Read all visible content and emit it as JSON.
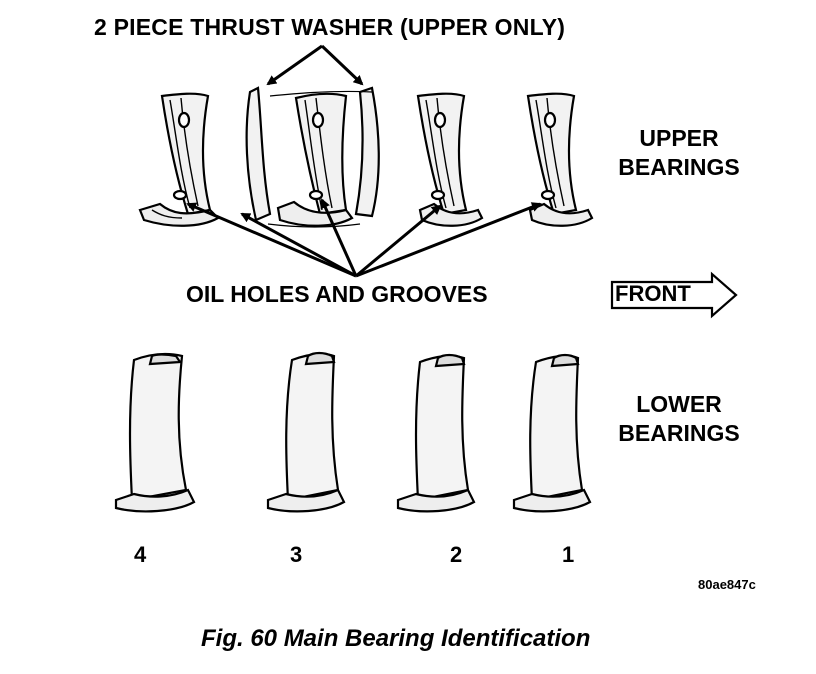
{
  "labels": {
    "thrust_washer": "2 PIECE THRUST WASHER  (UPPER ONLY)",
    "upper_line1": "UPPER",
    "upper_line2": "BEARINGS",
    "lower_line1": "LOWER",
    "lower_line2": "BEARINGS",
    "oil_holes": "OIL HOLES AND GROOVES",
    "front": "FRONT"
  },
  "bearing_numbers": [
    "4",
    "3",
    "2",
    "1"
  ],
  "figure_code": "80ae847c",
  "caption": "Fig. 60 Main Bearing Identification",
  "colors": {
    "ink": "#000000",
    "paper": "#ffffff",
    "shade": "#e6e6e6"
  }
}
